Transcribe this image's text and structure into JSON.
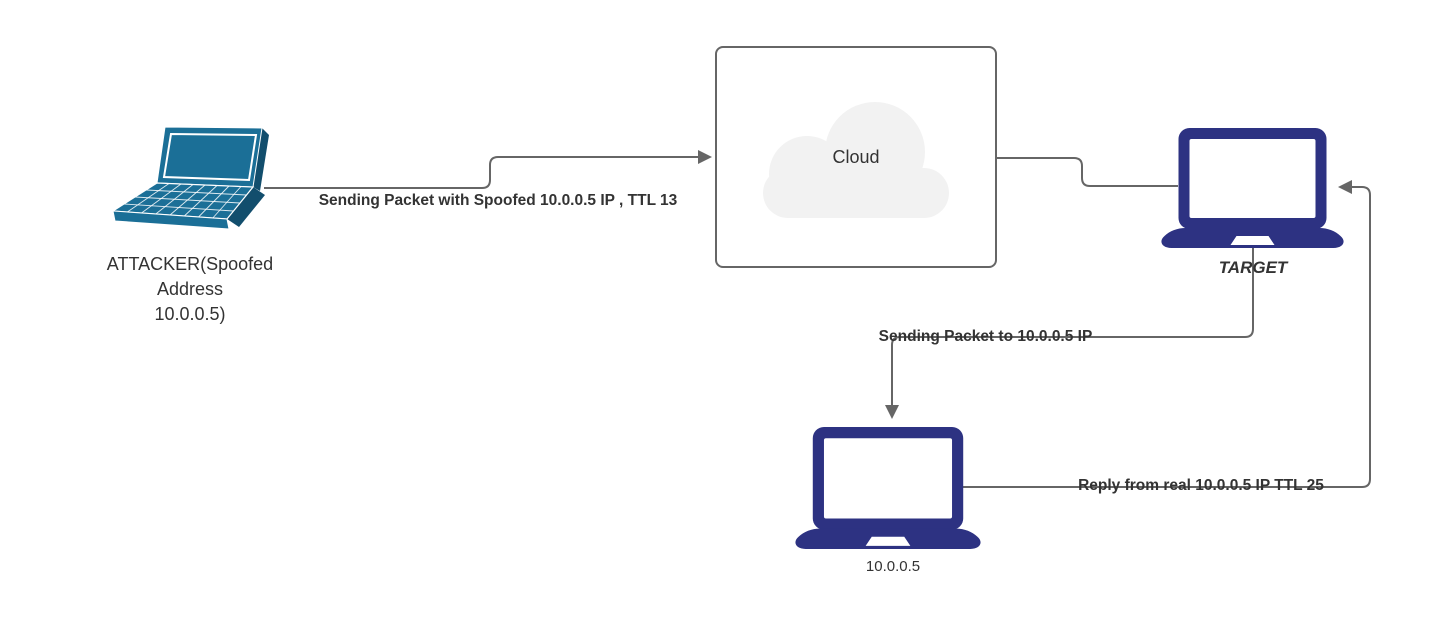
{
  "diagram": {
    "type": "network-spoofing-flow",
    "colors": {
      "connector": "#666666",
      "laptop_navy": "#2d3282",
      "laptop_teal": "#1b6f97",
      "cloud_fill": "#f2f2f2",
      "cloud_border": "#666666",
      "text": "#333333",
      "background": "#ffffff"
    },
    "nodes": {
      "attacker": {
        "label": "ATTACKER(Spoofed\nAddress\n10.0.0.5)",
        "icon": "laptop-3d-icon"
      },
      "cloud": {
        "label": "Cloud",
        "icon": "cloud-icon"
      },
      "target": {
        "label": "TARGET",
        "icon": "laptop-icon"
      },
      "real_host": {
        "label": "10.0.0.5",
        "icon": "laptop-icon"
      }
    },
    "edges": [
      {
        "id": "attacker-to-cloud",
        "label": "Sending Packet with Spoofed 10.0.0.5 IP , TTL 13"
      },
      {
        "id": "cloud-to-target",
        "label": ""
      },
      {
        "id": "target-to-real-host",
        "label": "Sending Packet to 10.0.0.5 IP"
      },
      {
        "id": "real-host-to-target",
        "label": "Reply from real 10.0.0.5 IP TTL 25"
      }
    ]
  }
}
